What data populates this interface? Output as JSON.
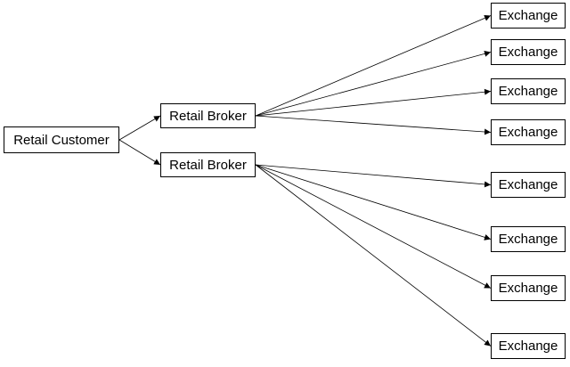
{
  "nodes": {
    "customer": "Retail Customer",
    "broker_1": "Retail Broker",
    "broker_2": "Retail Broker",
    "exchanges": [
      "Exchange",
      "Exchange",
      "Exchange",
      "Exchange",
      "Exchange",
      "Exchange",
      "Exchange",
      "Exchange"
    ]
  },
  "edges": [
    {
      "from": "customer",
      "to": "broker-1"
    },
    {
      "from": "customer",
      "to": "broker-2"
    },
    {
      "from": "broker-1",
      "to": "exchange-1"
    },
    {
      "from": "broker-1",
      "to": "exchange-2"
    },
    {
      "from": "broker-1",
      "to": "exchange-3"
    },
    {
      "from": "broker-1",
      "to": "exchange-4"
    },
    {
      "from": "broker-2",
      "to": "exchange-5"
    },
    {
      "from": "broker-2",
      "to": "exchange-6"
    },
    {
      "from": "broker-2",
      "to": "exchange-7"
    },
    {
      "from": "broker-2",
      "to": "exchange-8"
    }
  ],
  "colors": {
    "line": "#000000",
    "box_border": "#000000",
    "background": "#ffffff"
  }
}
